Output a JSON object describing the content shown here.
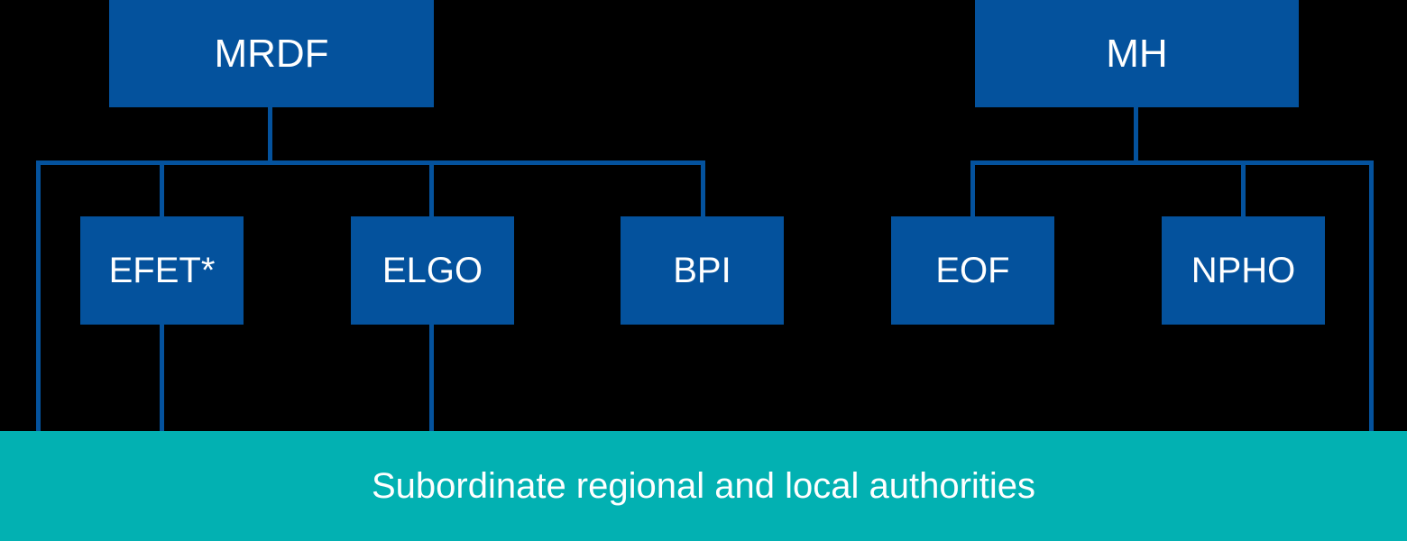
{
  "diagram": {
    "title_text": "",
    "background_color": "#000000",
    "node_color": "#04529D",
    "connector_color": "#04529D",
    "band_color": "#02B1B2",
    "text_color": "#FFFFFF"
  },
  "nodes": {
    "mrdf": {
      "label": "MRDF"
    },
    "mh": {
      "label": "MH"
    },
    "efet": {
      "label": "EFET*"
    },
    "elgo": {
      "label": "ELGO"
    },
    "bpi": {
      "label": "BPI"
    },
    "eof": {
      "label": "EOF"
    },
    "npho": {
      "label": "NPHO"
    }
  },
  "band": {
    "label": "Subordinate regional and local authorities"
  }
}
